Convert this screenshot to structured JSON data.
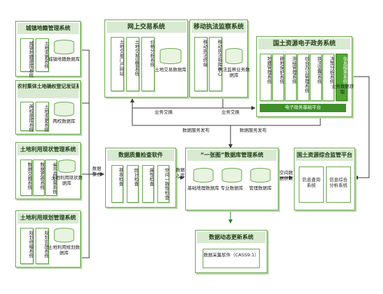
{
  "colors": {
    "border": "#6aa84f",
    "header_bg": "#d9ead3",
    "dark": "#52a634",
    "bar": "#3f8f2b",
    "line": "#3a3a3a"
  },
  "panels": {
    "urban": {
      "title": "城镇地籍管理系统",
      "boxes": [
        "城镇地籍建库系统",
        "土地变更系统"
      ],
      "db": "城镇地籍数据库"
    },
    "rural": {
      "title": "农村集体土地确权登记发证系统",
      "boxes": [
        "两权建库系统",
        "土地变更系统"
      ],
      "db": "两权数据库"
    },
    "landuse": {
      "title": "土地利用现状管理系统",
      "boxes": [
        "数据交换系统",
        "数据更新系统",
        "省市县档案系统"
      ],
      "db": "土地利用现状数据库"
    },
    "planning": {
      "title": "土地利用规划管理系统",
      "boxes": [
        "规划修编系统",
        "规划实施系统"
      ],
      "db": "土地利用规划数据库"
    },
    "trade": {
      "title": "网上交易系统",
      "boxes": [
        "土地交易门户网站",
        "土地交易监管系统",
        "价格分析系统"
      ],
      "db": "土地交易数据库"
    },
    "enforce": {
      "title": "移动执法监察系统",
      "boxes": [
        "移动执法终端",
        "移动执法指挥中心"
      ],
      "db": "执法监察业务数据库"
    },
    "egov": {
      "title": "国土资源电子政务系统",
      "boxes": [
        "地籍管理系统",
        "耕地保护系统",
        "测绘管理系统",
        "综合办公管理系统",
        "执法监察系统",
        "决策分析系统",
        "信息服务系统"
      ],
      "bar": "电子政务基础平台"
    },
    "qc": {
      "title": "数据质量检查软件",
      "boxes": [
        "基本检查",
        "统计检查",
        "属性检查",
        "空间一致性检查"
      ]
    },
    "onemap": {
      "title": "“一张图”数据库管理系统",
      "dbs": [
        "基础地理数据库",
        "专业数据库",
        "管理数据库"
      ]
    },
    "update": {
      "title": "数据动态更新系统",
      "inner": "数据采集软件（CASS9.1）"
    },
    "platform": {
      "title": "国土资源综合监管平台",
      "boxes": [
        "信息查询系统",
        "信息综合分析系统"
      ]
    }
  },
  "labels": {
    "exchange_left": "业务交换",
    "exchange_right": "业务交换",
    "publish_left": "数据服务发布",
    "publish_right": "数据服务发布",
    "fetch": "业务数据获取",
    "integrate": "数据整合",
    "storage": "数据入库",
    "spatial": "空间数据获取"
  }
}
